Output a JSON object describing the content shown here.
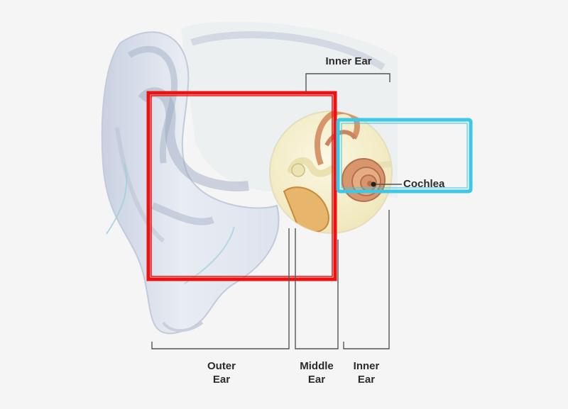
{
  "labels": {
    "inner_ear_top": "Inner Ear",
    "cochlea": "Cochlea",
    "outer_ear": [
      "Outer",
      "Ear"
    ],
    "middle_ear": [
      "Middle",
      "Ear"
    ],
    "inner_ear_bottom": [
      "Inner",
      "Ear"
    ]
  },
  "highlights": [
    {
      "name": "outer-middle-ear-highlight",
      "color": "#ee1111"
    },
    {
      "name": "cochlea-highlight",
      "color": "#3cc8e6"
    }
  ],
  "colors": {
    "background": "#f5f5f5",
    "ear_skin": "#dfe4ee",
    "ear_shadow": "#aeb8cc",
    "inset_bg": "#f6f0cc",
    "cochlea": "#d8966e",
    "leader_line": "#555555",
    "text": "#2b2b2b"
  }
}
